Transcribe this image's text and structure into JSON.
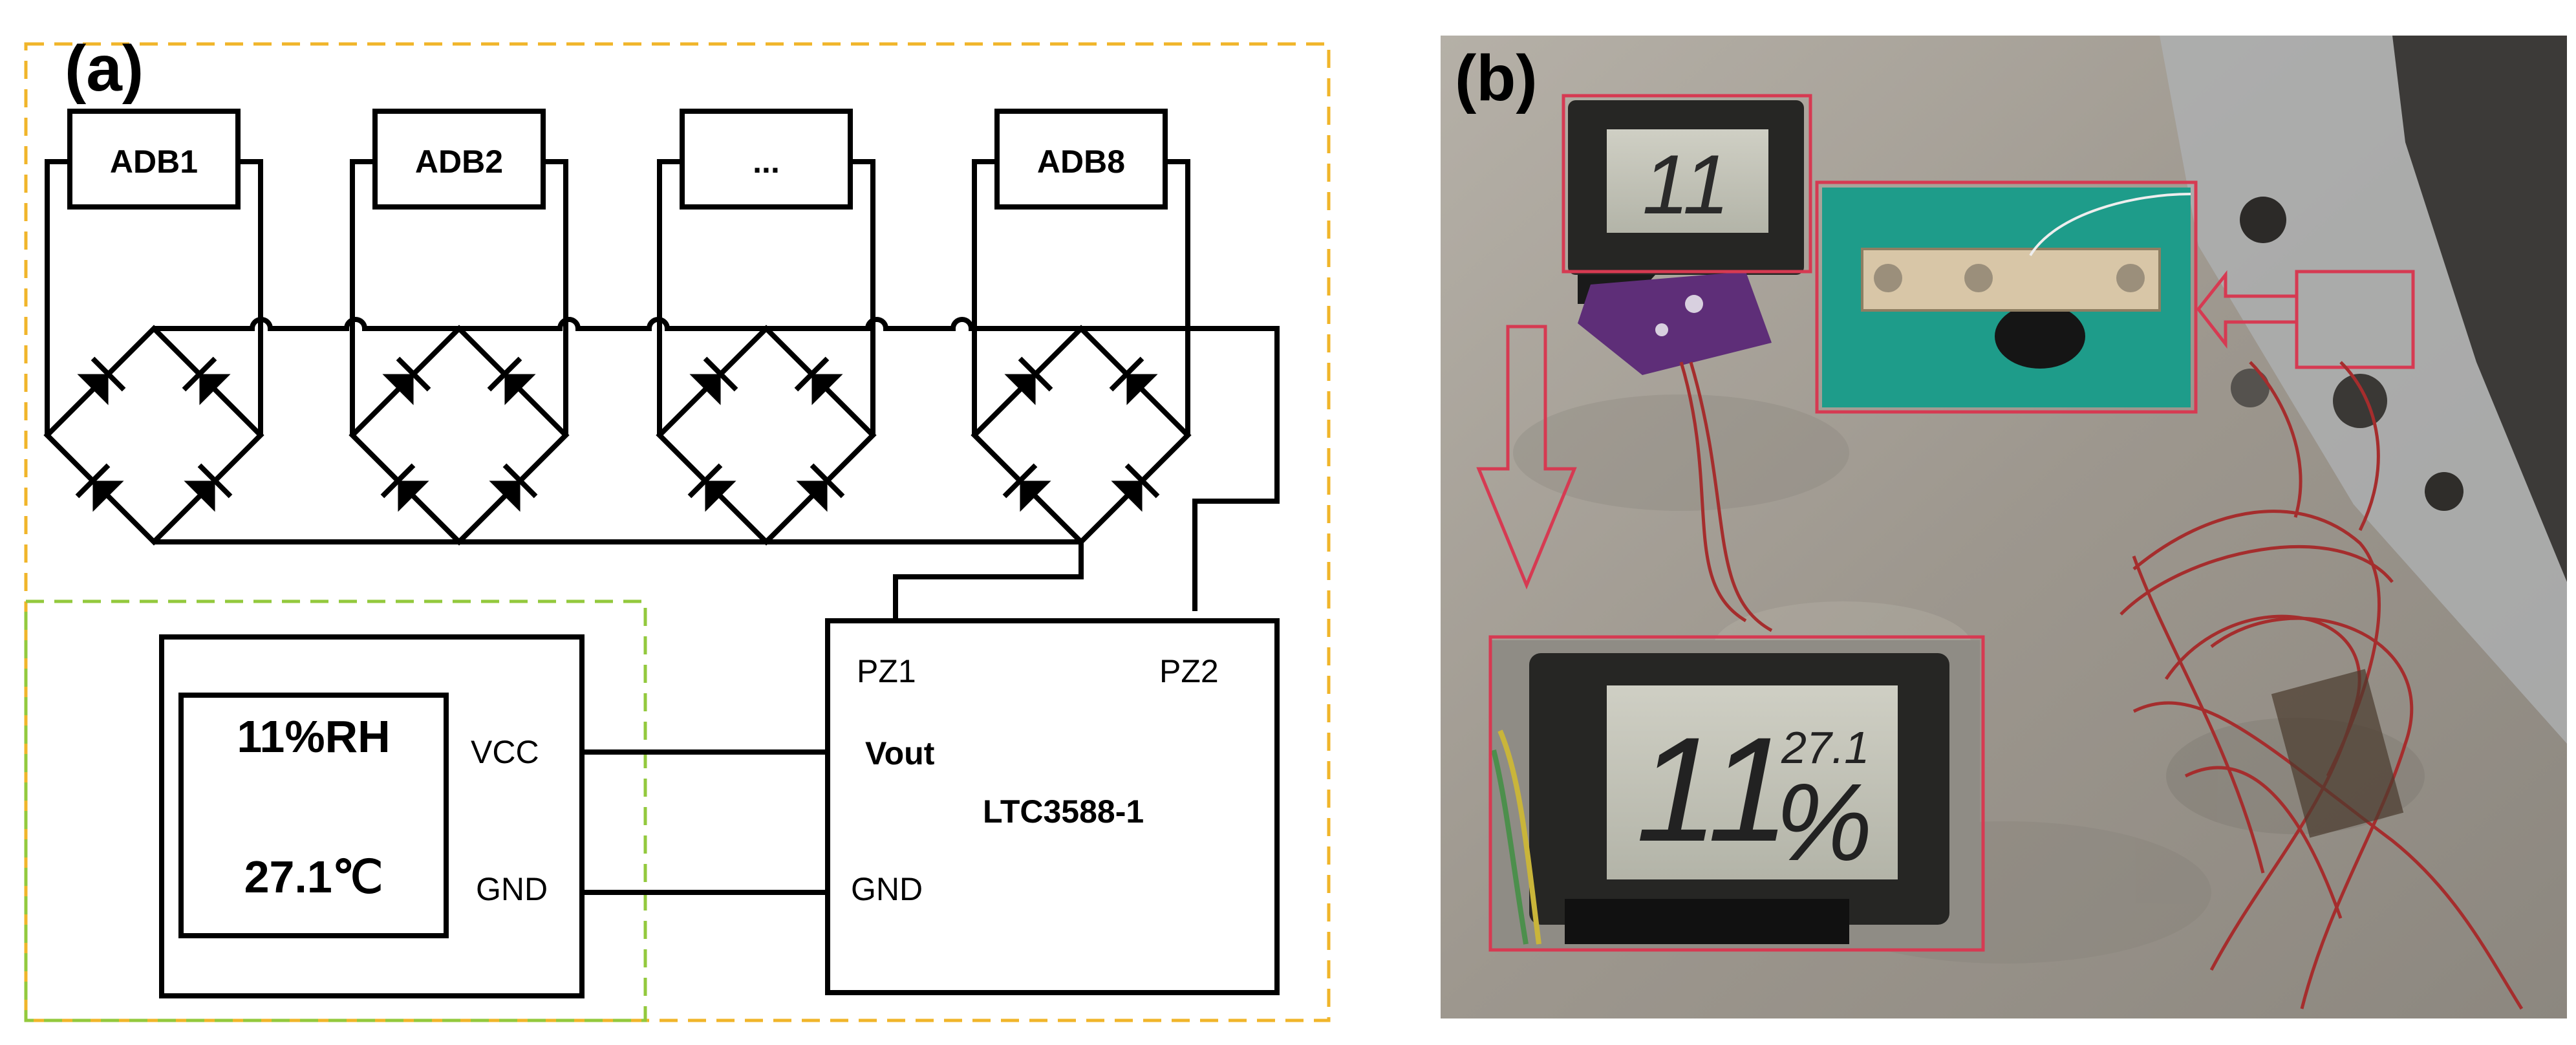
{
  "panel_a": {
    "label": "(a)",
    "adb_blocks": [
      "ADB1",
      "ADB2",
      "...",
      "ADB8"
    ],
    "sensor": {
      "humidity": "11%RH",
      "temperature": "27.1℃",
      "pin_vcc": "VCC",
      "pin_gnd": "GND"
    },
    "chip": {
      "name": "LTC3588-1",
      "pin_pz1": "PZ1",
      "pin_pz2": "PZ2",
      "pin_vout": "Vout",
      "pin_gnd": "GND"
    }
  },
  "panel_b": {
    "label": "(b)",
    "display_small": "11",
    "display_large": "11",
    "display_temp": "27.1",
    "display_unit": "%"
  },
  "colors": {
    "frame_orange": "#f0b52a",
    "frame_green": "#93c93d",
    "highlight_red": "#d63a52",
    "board_teal": "#1e9c8a",
    "floor_gray": "#9a958c"
  }
}
